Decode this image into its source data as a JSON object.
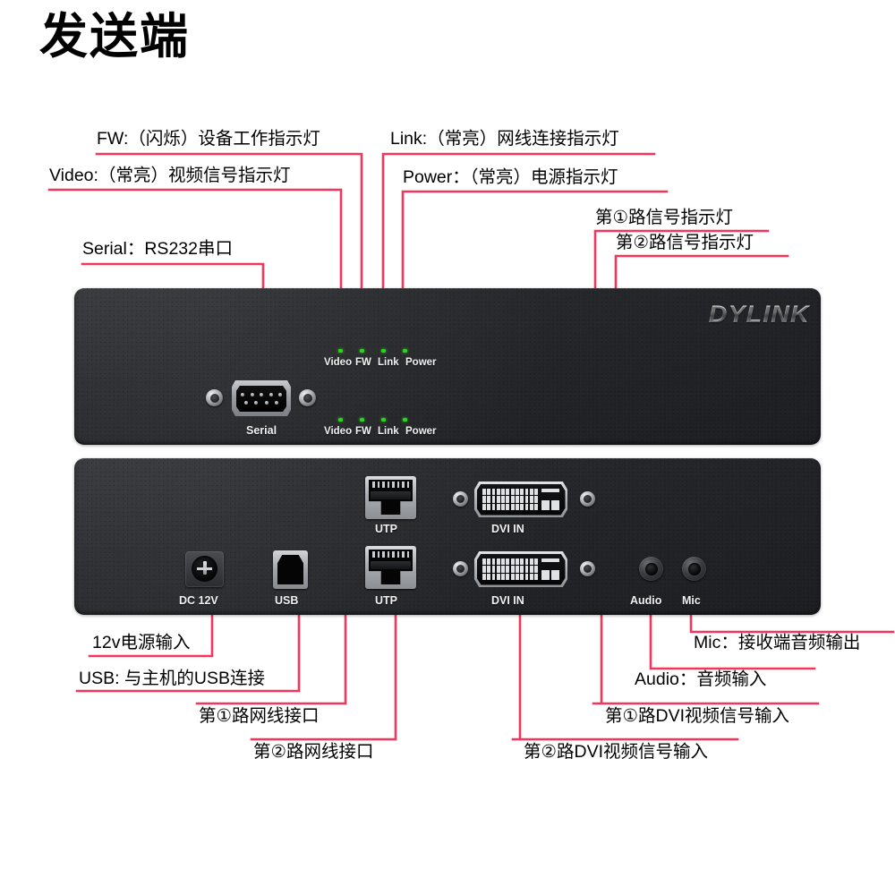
{
  "page": {
    "title": "发送端",
    "accent_color": "#f4365c",
    "led_color": "#2dd41f",
    "panel_color": "#26272a",
    "background_color": "#ffffff"
  },
  "device": {
    "brand": "DYLINK",
    "front_panel": {
      "serial_label": "Serial",
      "led_rows": [
        {
          "labels": [
            "Video",
            "FW",
            "Link",
            "Power"
          ]
        },
        {
          "labels": [
            "Video",
            "FW",
            "Link",
            "Power"
          ]
        }
      ]
    },
    "rear_panel": {
      "ports": [
        {
          "name": "dc-power-jack",
          "label": "DC 12V"
        },
        {
          "name": "usb-b-port",
          "label": "USB"
        },
        {
          "name": "utp-port-1",
          "label": "UTP"
        },
        {
          "name": "utp-port-2",
          "label": "UTP"
        },
        {
          "name": "dvi-in-port-1",
          "label": "DVI IN"
        },
        {
          "name": "dvi-in-port-2",
          "label": "DVI IN"
        },
        {
          "name": "audio-jack",
          "label": "Audio"
        },
        {
          "name": "mic-jack",
          "label": "Mic"
        }
      ]
    }
  },
  "callouts": {
    "fw": "FW:（闪烁）设备工作指示灯",
    "link": "Link:（常亮）网线连接指示灯",
    "video": "Video:（常亮）视频信号指示灯",
    "power": "Power：（常亮）电源指示灯",
    "signal1": "第①路信号指示灯",
    "signal2": "第②路信号指示灯",
    "serial": "Serial：RS232串口",
    "dc12v": "12v电源输入",
    "usb": "USB: 与主机的USB连接",
    "utp1": "第①路网线接口",
    "utp2": "第②路网线接口",
    "dvi1": "第①路DVI视频信号输入",
    "dvi2": "第②路DVI视频信号输入",
    "mic": "Mic：接收端音频输出",
    "audio": "Audio：音频输入"
  }
}
